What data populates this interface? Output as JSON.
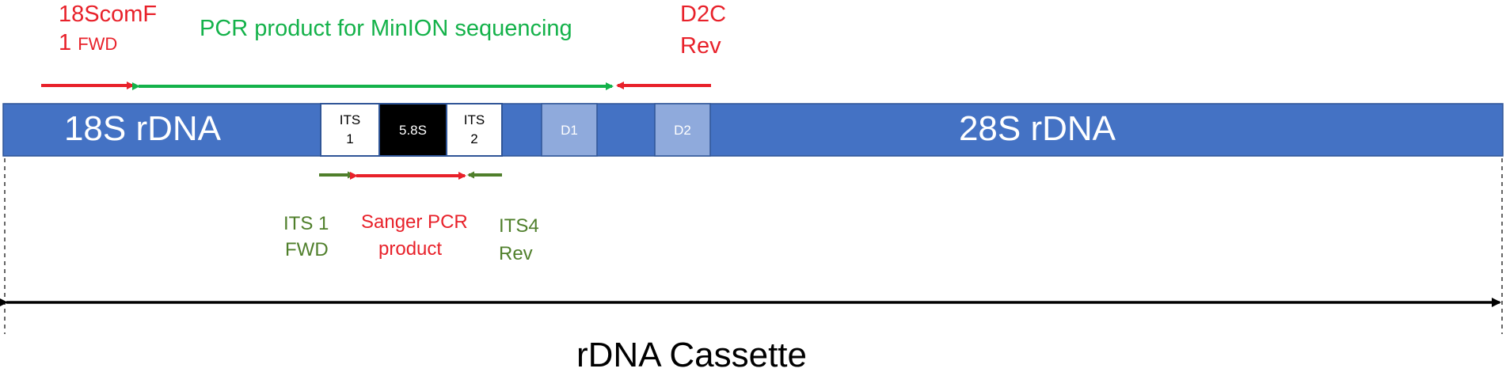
{
  "diagram": {
    "title": "rDNA Cassette",
    "segments": {
      "s18": "18S rDNA",
      "its1_a": "ITS",
      "its1_b": "1",
      "s58": "5.8S",
      "its2_a": "ITS",
      "its2_b": "2",
      "d1": "D1",
      "d2": "D2",
      "s28": "28S rDNA"
    },
    "primers": {
      "fwd18_line1": "18ScomF",
      "fwd18_line2_a": "1 ",
      "fwd18_line2_b": "FWD",
      "minion_product": "PCR product for MinION sequencing",
      "rev_d2c_line1": "D2C",
      "rev_d2c_line2": "Rev",
      "its1_line1": "ITS 1",
      "its1_line2": "FWD",
      "sanger_line1": "Sanger PCR",
      "sanger_line2": "product",
      "its4_line1": "ITS4",
      "its4_line2": "Rev"
    },
    "colors": {
      "bar": "#4472c4",
      "domain_box": "#8faadc",
      "red": "#e8212a",
      "green": "#14b24a",
      "dark_green": "#4f7f2b",
      "black": "#000000"
    }
  }
}
